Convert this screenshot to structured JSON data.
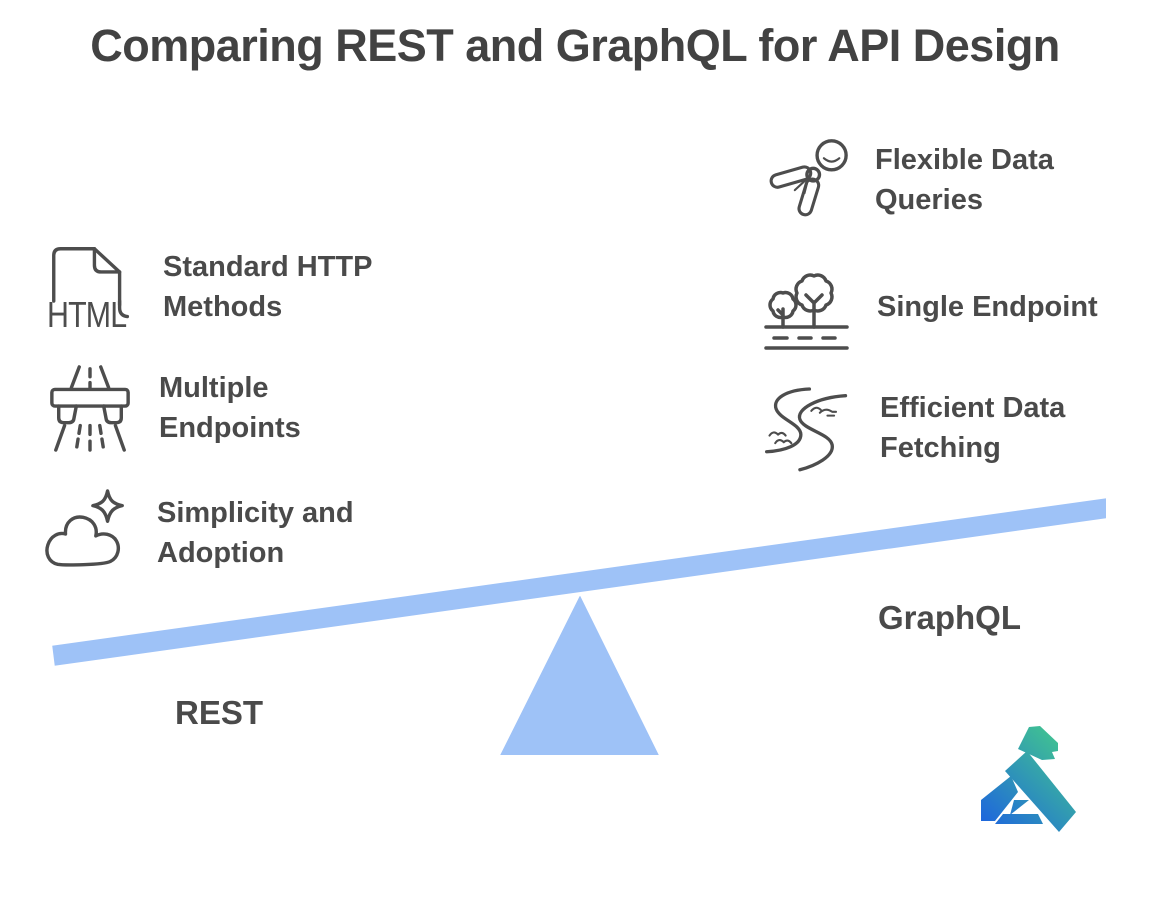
{
  "title": "Comparing REST and GraphQL for API Design",
  "features": {
    "left": [
      {
        "name": "standard-http-methods",
        "icon": "html-file-icon",
        "line1": "Standard HTTP",
        "line2": "Methods"
      },
      {
        "name": "multiple-endpoints",
        "icon": "highway-icon",
        "line1": "Multiple",
        "line2": "Endpoints"
      },
      {
        "name": "simplicity-and-adoption",
        "icon": "cloud-sparkle-icon",
        "line1": "Simplicity and",
        "line2": "Adoption"
      }
    ],
    "right": [
      {
        "name": "flexible-data-queries",
        "icon": "flexible-person-icon",
        "line1": "Flexible Data",
        "line2": "Queries"
      },
      {
        "name": "single-endpoint",
        "icon": "roadside-trees-icon",
        "line1": "Single Endpoint",
        "line2": ""
      },
      {
        "name": "efficient-data-fetching",
        "icon": "winding-river-icon",
        "line1": "Efficient Data",
        "line2": "Fetching"
      }
    ]
  },
  "html_icon_text": "HTML",
  "seesaw": {
    "left_label": "REST",
    "right_label": "GraphQL",
    "plank_color": "#9ec2f7",
    "fulcrum_color": "#9ec2f7",
    "outline_color": "#ffffff"
  },
  "colors": {
    "title_text": "#424242",
    "feature_text": "#4a4a4a",
    "icon_stroke": "#4d4d4d",
    "logo_gradient_start": "#1a5ce5",
    "logo_gradient_end": "#43c98c"
  }
}
